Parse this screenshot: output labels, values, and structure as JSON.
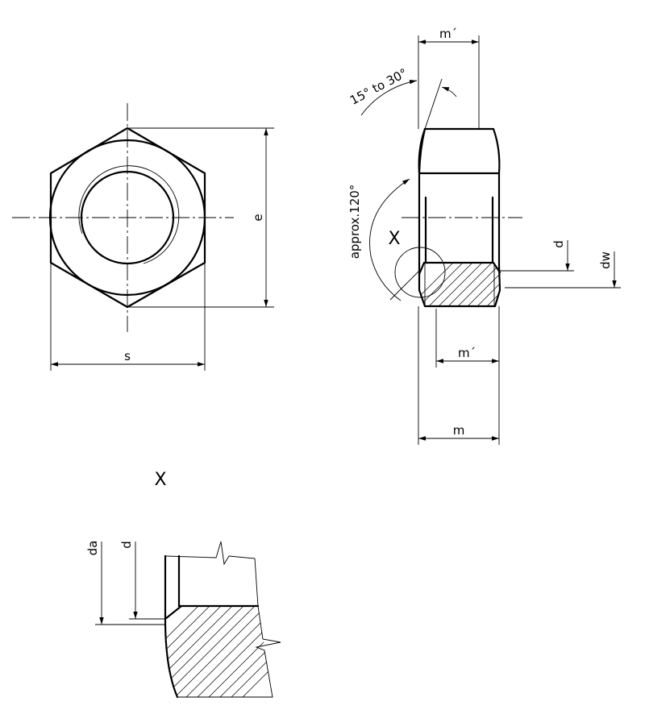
{
  "labels": {
    "s": "s",
    "e": "e",
    "m_prime_top": "m´",
    "m_prime_bottom": "m´",
    "m": "m",
    "d_side": "d",
    "dw": "dw",
    "chamfer_angle": "15° to 30°",
    "cone_angle": "approx.120°",
    "detail_marker": "X",
    "detail_title": "X",
    "detail_da": "da",
    "detail_d": "d"
  },
  "colors": {
    "line": "#000000",
    "background": "#ffffff"
  }
}
